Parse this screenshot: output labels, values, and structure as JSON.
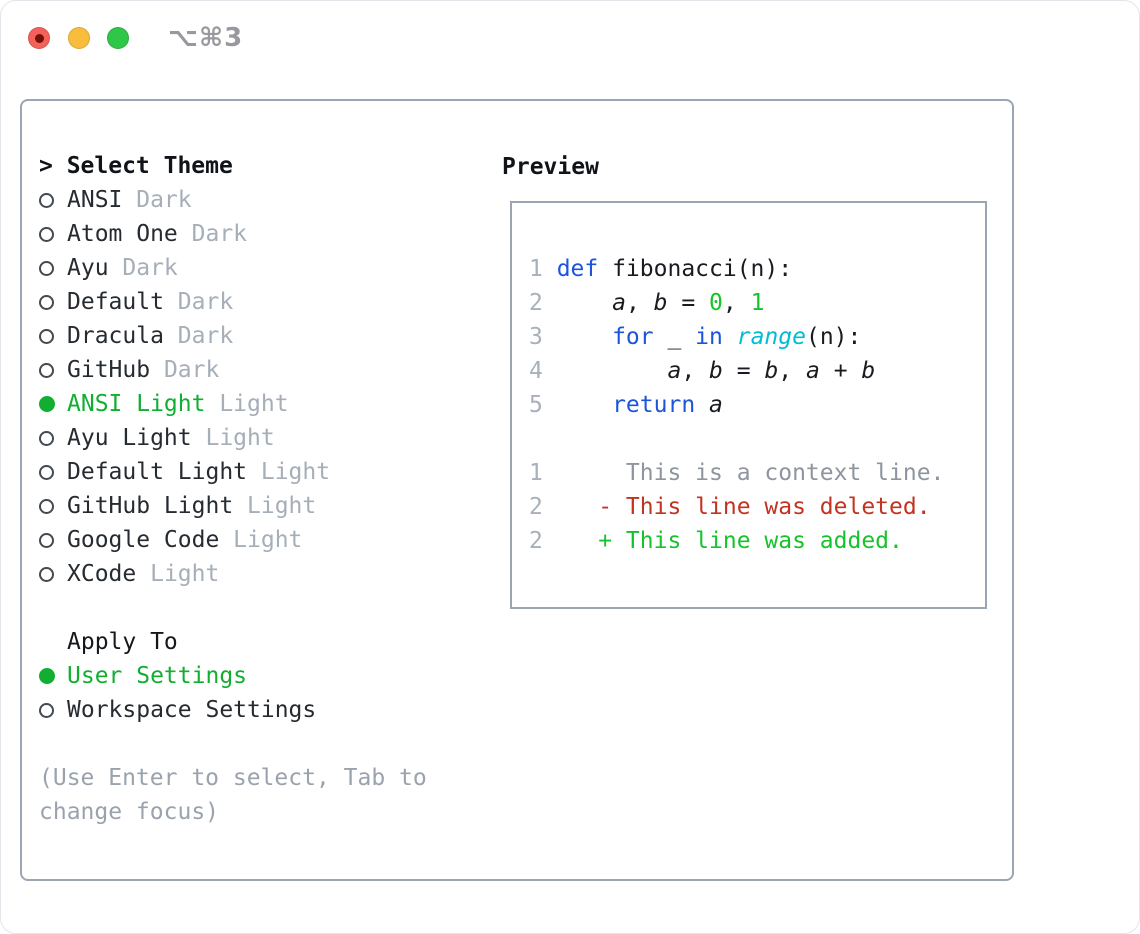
{
  "titlebar": {
    "shortcut": "⌥⌘3",
    "traffic_lights": [
      "close",
      "minimize",
      "zoom"
    ]
  },
  "theme_panel": {
    "header": {
      "prompt": ">",
      "label": "Select Theme"
    },
    "items": [
      {
        "label": "ANSI",
        "variant": "Dark",
        "selected": false
      },
      {
        "label": "Atom One",
        "variant": "Dark",
        "selected": false
      },
      {
        "label": "Ayu",
        "variant": "Dark",
        "selected": false
      },
      {
        "label": "Default",
        "variant": "Dark",
        "selected": false
      },
      {
        "label": "Dracula",
        "variant": "Dark",
        "selected": false
      },
      {
        "label": "GitHub",
        "variant": "Dark",
        "selected": false
      },
      {
        "label": "ANSI Light",
        "variant": "Light",
        "selected": true
      },
      {
        "label": "Ayu Light",
        "variant": "Light",
        "selected": false
      },
      {
        "label": "Default Light",
        "variant": "Light",
        "selected": false
      },
      {
        "label": "GitHub Light",
        "variant": "Light",
        "selected": false
      },
      {
        "label": "Google Code",
        "variant": "Light",
        "selected": false
      },
      {
        "label": "XCode",
        "variant": "Light",
        "selected": false
      }
    ]
  },
  "apply_to": {
    "label": "Apply To",
    "options": [
      {
        "label": "User Settings",
        "selected": true
      },
      {
        "label": "Workspace Settings",
        "selected": false
      }
    ]
  },
  "hint": "(Use Enter to select, Tab to change focus)",
  "preview": {
    "label": "Preview",
    "code_lines": [
      {
        "num": "1",
        "segs": [
          {
            "t": "def",
            "c": "kw"
          },
          {
            "t": " fibonacci(n):",
            "c": "pl"
          }
        ]
      },
      {
        "num": "2",
        "segs": [
          {
            "t": "    ",
            "c": "pl"
          },
          {
            "t": "a",
            "c": "var"
          },
          {
            "t": ", ",
            "c": "pl"
          },
          {
            "t": "b",
            "c": "var"
          },
          {
            "t": " = ",
            "c": "pl"
          },
          {
            "t": "0",
            "c": "num"
          },
          {
            "t": ", ",
            "c": "pl"
          },
          {
            "t": "1",
            "c": "num"
          }
        ]
      },
      {
        "num": "3",
        "segs": [
          {
            "t": "    ",
            "c": "pl"
          },
          {
            "t": "for",
            "c": "kw"
          },
          {
            "t": " _ ",
            "c": "pl"
          },
          {
            "t": "in",
            "c": "kw"
          },
          {
            "t": " ",
            "c": "pl"
          },
          {
            "t": "range",
            "c": "fn"
          },
          {
            "t": "(n):",
            "c": "pl"
          }
        ]
      },
      {
        "num": "4",
        "segs": [
          {
            "t": "        ",
            "c": "pl"
          },
          {
            "t": "a",
            "c": "var"
          },
          {
            "t": ", ",
            "c": "pl"
          },
          {
            "t": "b",
            "c": "var"
          },
          {
            "t": " = ",
            "c": "pl"
          },
          {
            "t": "b",
            "c": "var"
          },
          {
            "t": ", ",
            "c": "pl"
          },
          {
            "t": "a",
            "c": "var"
          },
          {
            "t": " + ",
            "c": "pl"
          },
          {
            "t": "b",
            "c": "var"
          }
        ]
      },
      {
        "num": "5",
        "segs": [
          {
            "t": "    ",
            "c": "pl"
          },
          {
            "t": "return",
            "c": "kw"
          },
          {
            "t": " ",
            "c": "pl"
          },
          {
            "t": "a",
            "c": "var"
          }
        ]
      }
    ],
    "diff_lines": [
      {
        "num": "1",
        "segs": [
          {
            "t": "     This is a context line.",
            "c": "ctx"
          }
        ]
      },
      {
        "num": "2",
        "segs": [
          {
            "t": "   - This line was deleted.",
            "c": "del"
          }
        ]
      },
      {
        "num": "2",
        "segs": [
          {
            "t": "   + This line was added.",
            "c": "add"
          }
        ]
      }
    ]
  },
  "colors": {
    "text": "#1d2126",
    "muted": "#a6aeb8",
    "accent_green": "#12ae32",
    "keyword_blue": "#1c55db",
    "builtin_cyan": "#00bdd4",
    "literal_green": "#17c32b",
    "diff_red": "#c23321",
    "diff_green": "#17c32b",
    "context_gray": "#8e959e",
    "linenum_gray": "#a8b0ba",
    "border_gray": "#9ca6b2",
    "titlebar_gray": "#98989e",
    "tl_red": "#f4605a",
    "tl_yellow": "#f9bd3e",
    "tl_green": "#2ec747",
    "tl_red_dot": "#701206"
  }
}
